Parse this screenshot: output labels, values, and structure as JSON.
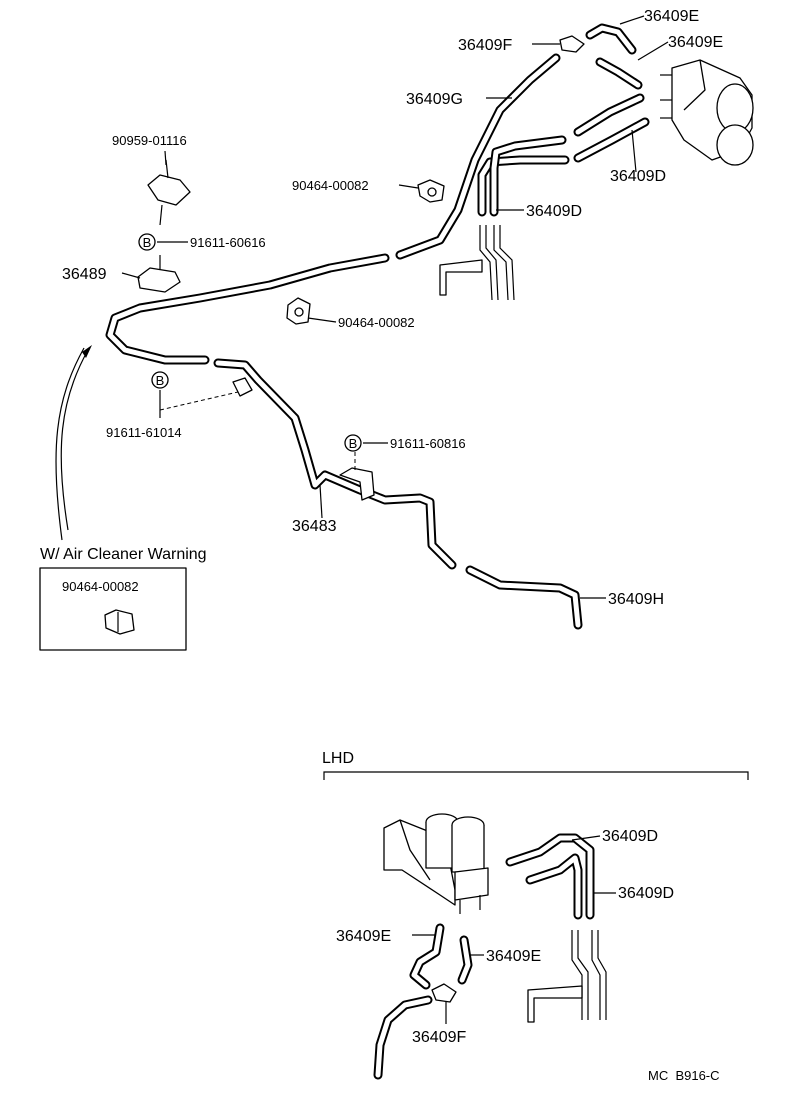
{
  "main": {
    "labels": {
      "p36409E_a": "36409E",
      "p36409E_b": "36409E",
      "p36409F": "36409F",
      "p36409G": "36409G",
      "p36409D_a": "36409D",
      "p36409D_b": "36409D",
      "p90959": "90959-01116",
      "p91611_60616": "91611-60616",
      "p36489": "36489",
      "p90464_a": "90464-00082",
      "p90464_b": "90464-00082",
      "p91611_61014": "91611-61014",
      "p91611_60816": "91611-60816",
      "p36483": "36483",
      "p36409H": "36409H",
      "bolt_symbol": "B"
    }
  },
  "inset": {
    "title": "W/ Air Cleaner Warning",
    "part": "90464-00082"
  },
  "lhd": {
    "title": "LHD",
    "labels": {
      "p36409D_a": "36409D",
      "p36409D_b": "36409D",
      "p36409E_a": "36409E",
      "p36409E_b": "36409E",
      "p36409F": "36409F"
    }
  },
  "footer": {
    "code": "MC  B916-C"
  }
}
